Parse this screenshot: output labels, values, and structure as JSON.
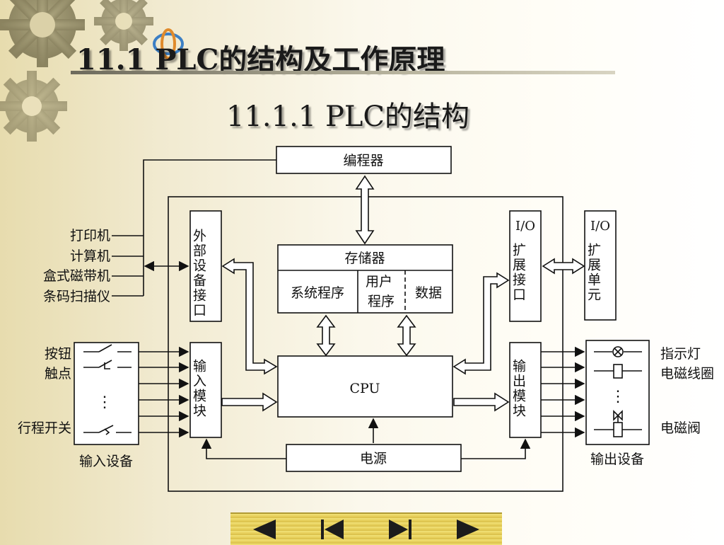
{
  "page": {
    "title_main": "11.1  PLC的结构及工作原理",
    "title_sub": "11.1.1   PLC的结构"
  },
  "diagram": {
    "programmer": "编程器",
    "external_peripherals": [
      "打印机",
      "计算机",
      "盒式磁带机",
      "条码扫描仪"
    ],
    "external_device_interface": "外部设备接口",
    "memory": {
      "title": "存储器",
      "system_program": "系统程序",
      "user_program": "用户程序",
      "data": "数据"
    },
    "io_expansion_interface": {
      "top": "I/O",
      "text": "扩展接口"
    },
    "io_expansion_unit": {
      "top": "I/O",
      "text": "扩展单元"
    },
    "input_devices": {
      "button_contact": [
        "按钮",
        "触点"
      ],
      "limit_switch": "行程开关",
      "caption": "输入设备",
      "dots": "⋮"
    },
    "input_module": "输入模块",
    "cpu": "CPU",
    "output_module": "输出模块",
    "power_supply": "电源",
    "output_devices": {
      "indicator_light": "指示灯",
      "solenoid_coil": "电磁线圈",
      "solenoid_valve": "电磁阀",
      "caption": "输出设备",
      "dots": "⋮"
    }
  },
  "colors": {
    "nav_icon": "#1c1c1c",
    "nav_bar": "#e8d15d"
  },
  "nav": [
    "previous-icon",
    "first-icon",
    "last-icon",
    "next-icon"
  ]
}
